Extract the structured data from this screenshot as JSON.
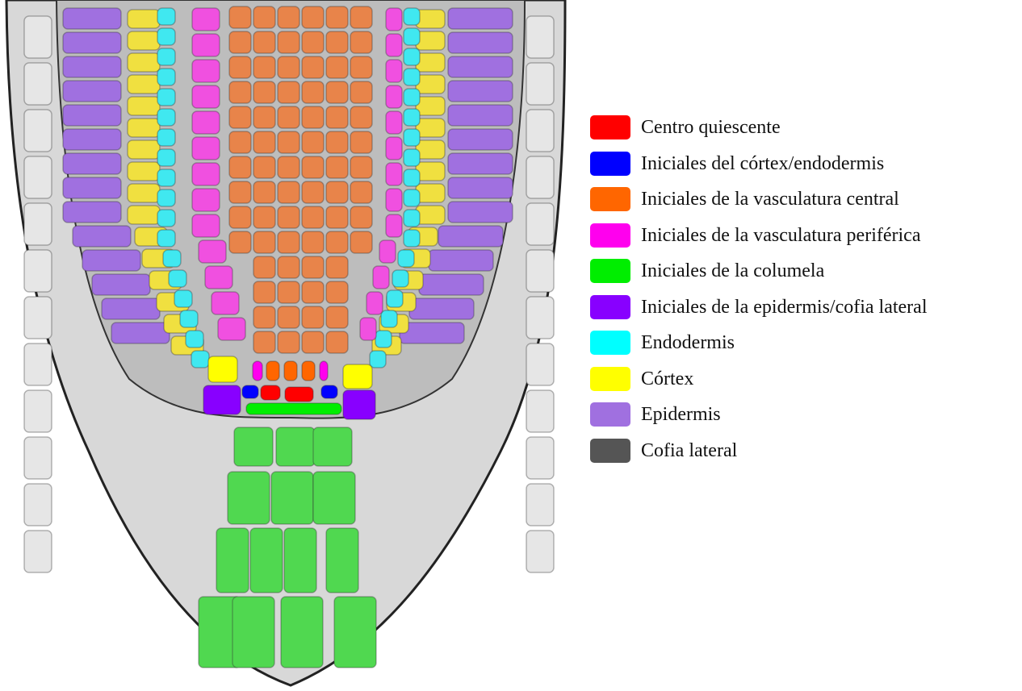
{
  "legend": {
    "items": [
      {
        "label": "Centro quiescente",
        "color": "#ff0000"
      },
      {
        "label": "Iniciales del córtex/endodermis",
        "color": "#0000ff"
      },
      {
        "label": "Iniciales de la vasculatura central",
        "color": "#ff6600"
      },
      {
        "label": "Iniciales de la vasculatura periférica",
        "color": "#ff00ee"
      },
      {
        "label": "Iniciales de la columela",
        "color": "#00ee00"
      },
      {
        "label": "Iniciales de la epidermis/cofia lateral",
        "color": "#8800ff"
      },
      {
        "label": "Endodermis",
        "color": "#00ffff"
      },
      {
        "label": "Córtex",
        "color": "#ffff00"
      },
      {
        "label": "Epidermis",
        "color": "#a070e0"
      },
      {
        "label": "Cofia lateral",
        "color": "#555555"
      }
    ]
  },
  "figure": {
    "tissue_colors": {
      "vasculature": "#e8844a",
      "periph": "#f050e0",
      "endodermis": "#40e8f0",
      "cortex": "#f0e040",
      "epidermis": "#a070e0",
      "columella": "#50d850",
      "lateral_cap": "#d8d8d8",
      "outline": "#333333"
    }
  }
}
